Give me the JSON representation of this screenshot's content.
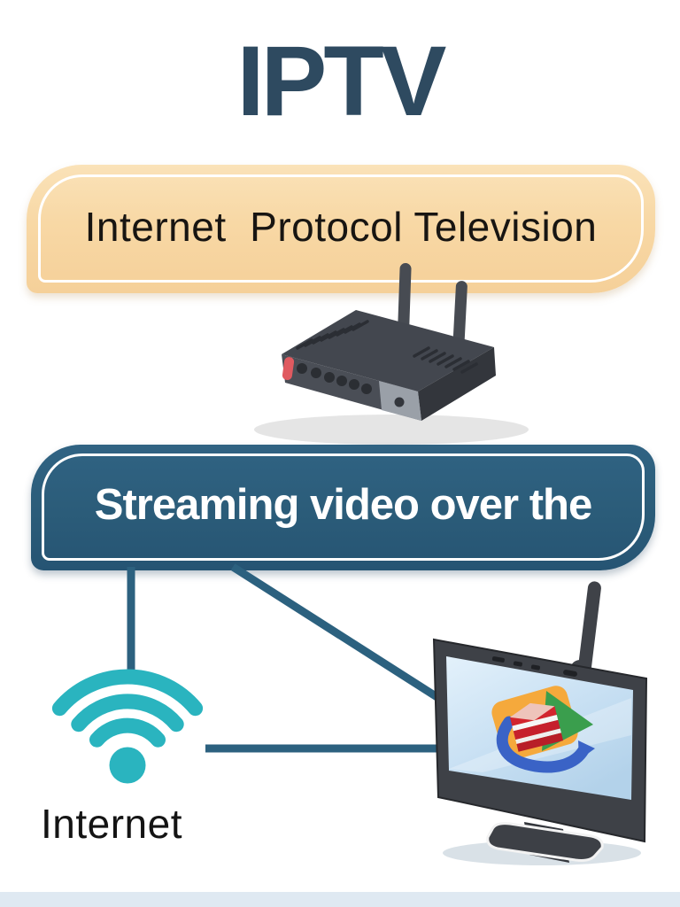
{
  "title": "IPTV",
  "banner_definition": {
    "text": "Internet  Protocol Television",
    "bg": "#f8d8a5"
  },
  "banner_description": {
    "text": "Streaming video over the",
    "bg": "#2b5c79"
  },
  "internet_label": "Internet",
  "colors": {
    "title_text": "#2e4a60",
    "banner_cream_bg": "#f8d8a5",
    "banner_teal_bg": "#2b5c79",
    "connection_line": "#2c617f",
    "wifi_teal": "#2ab4bf",
    "router_body": "#43474f",
    "router_accent_red": "#e05a60",
    "tv_bezel": "#3e4147",
    "tv_screen": "#cfe4f4",
    "logo_orange": "#f5a93c",
    "logo_green": "#3a9e4d",
    "logo_blue": "#3a63c6",
    "logo_red": "#c6202c"
  },
  "icons": {
    "wifi": "wifi-icon",
    "router": "router-icon",
    "tv": "tv-icon",
    "connections": "connection-lines"
  }
}
